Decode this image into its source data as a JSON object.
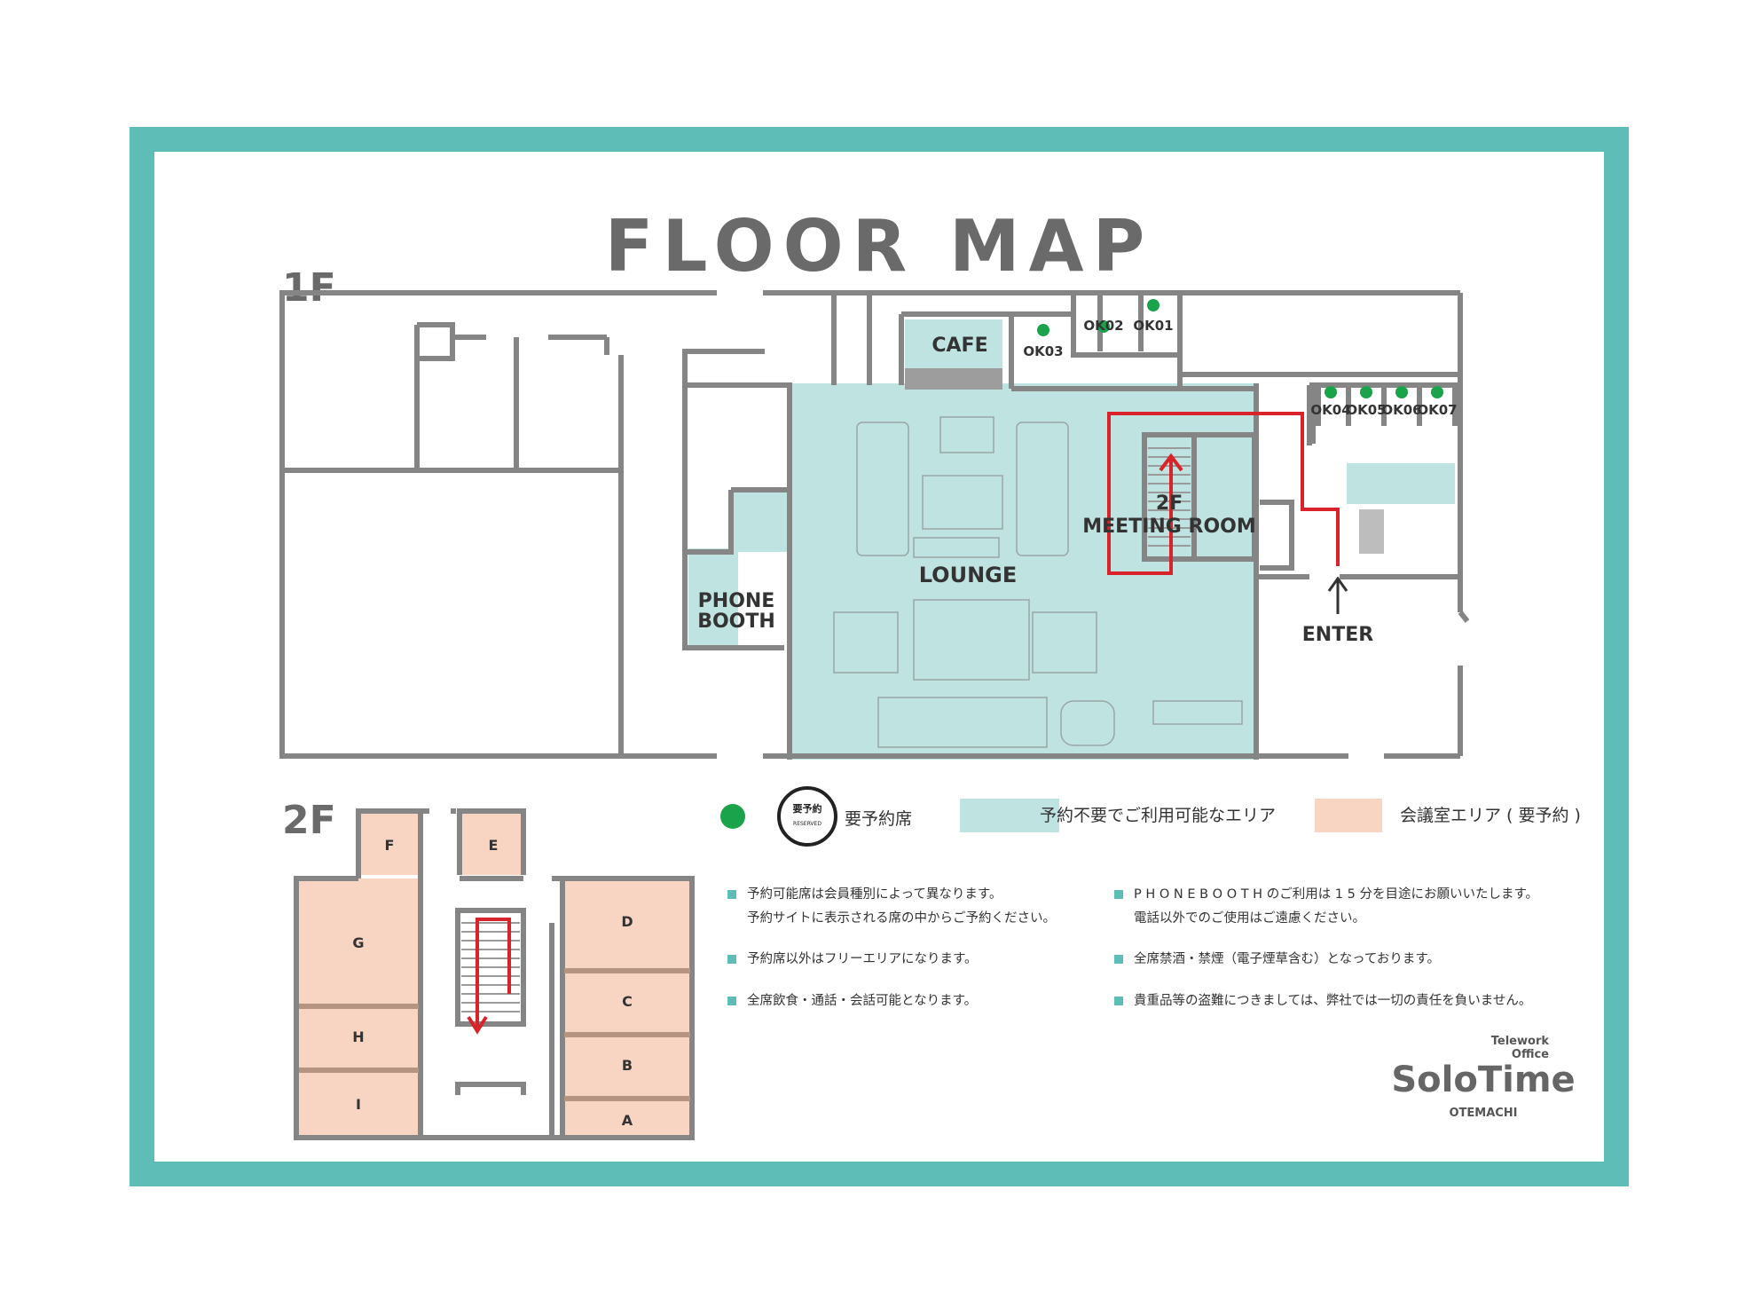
{
  "title": "FLOOR MAP",
  "floors": {
    "first": "1F",
    "second": "2F"
  },
  "rooms_1f": {
    "cafe": "CAFE",
    "lounge": "LOUNGE",
    "phone_booth_line1": "PHONE",
    "phone_booth_line2": "BOOTH",
    "meeting_line1": "2F",
    "meeting_line2": "MEETING ROOM",
    "enter": "ENTER",
    "booths": [
      "OK01",
      "OK02",
      "OK03",
      "OK04",
      "OK05",
      "OK06",
      "OK07"
    ]
  },
  "rooms_2f": [
    "A",
    "B",
    "C",
    "D",
    "E",
    "F",
    "G",
    "H",
    "I"
  ],
  "legend": {
    "reserved_stamp_top": "要予約",
    "reserved_stamp_bottom": "RESERVED",
    "reserved_seat": "要予約席",
    "free_area": "予約不要でご利用可能なエリア",
    "meeting_area": "会議室エリア ( 要予約 )"
  },
  "notes_left": [
    {
      "line1": "予約可能席は会員種別によって異なります。",
      "line2": "予約サイトに表示される席の中からご予約ください。"
    },
    {
      "line1": "予約席以外はフリーエリアになります。"
    },
    {
      "line1": "全席飲食・通話・会話可能となります。"
    }
  ],
  "notes_right": [
    {
      "line1": "P H O N E  B O O T H のご利用は 1 5 分を目途にお願いいたします。",
      "line2": "電話以外でのご使用はご遠慮ください。"
    },
    {
      "line1": "全席禁酒・禁煙（電子煙草含む）となっております。"
    },
    {
      "line1": "貴重品等の盗難につきましては、弊社では一切の責任を負いません。"
    }
  ],
  "logo": {
    "small1": "Telework",
    "small2": "Office",
    "brand": "SoloTime",
    "place": "OTEMACHI"
  },
  "colors": {
    "frame": "#5fbdb8",
    "lounge": "#bfe3e0",
    "meeting": "#f7d5c2",
    "wall": "#858585",
    "reserved_dot": "#1aa34a",
    "route": "#d8232a"
  }
}
